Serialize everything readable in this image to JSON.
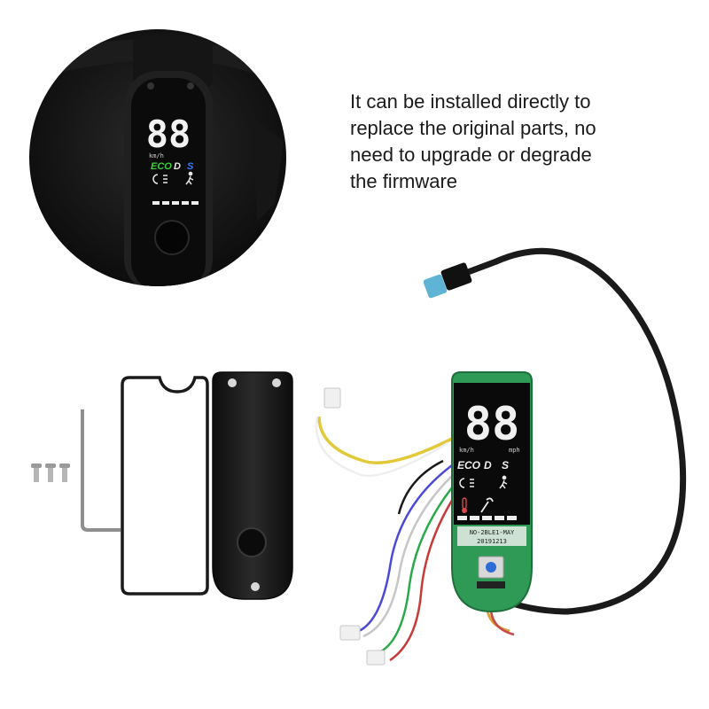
{
  "caption": {
    "lines": [
      "It can be installed directly to",
      "replace the original parts, no",
      "need to upgrade or degrade",
      "the firmware"
    ]
  },
  "dash": {
    "speed_digits": "88",
    "unit_kmh": "km/h",
    "mode_eco": "ECO",
    "mode_d": "D",
    "mode_s": "S"
  },
  "board": {
    "speed_digits": "88",
    "unit_kmh": "km/h",
    "unit_mph": "mph",
    "mode_eco": "ECO",
    "mode_d": "D",
    "mode_s": "S",
    "label_line1": "NO-2BLE1-MAY",
    "label_line2": "20191213"
  },
  "colors": {
    "eco_green": "#3ad13a",
    "mode_blue": "#3a7bff",
    "pcb_green": "#2f9a55",
    "cable_black": "#1a1a1a",
    "connector_blue": "#5fb4d6"
  }
}
